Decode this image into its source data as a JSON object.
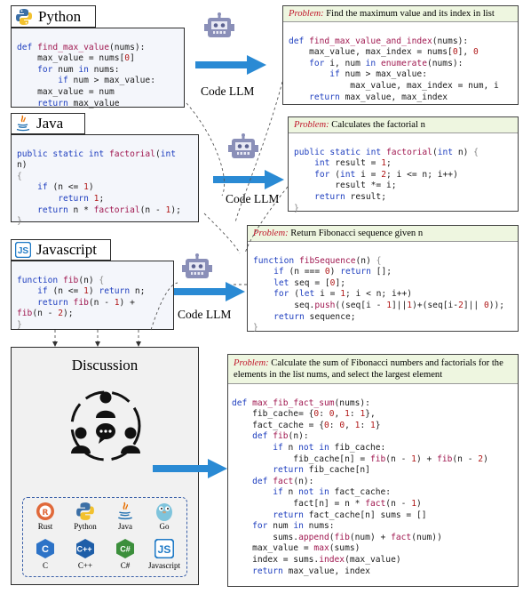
{
  "python": {
    "label": "Python",
    "code": [
      "def find_max_value(nums):",
      "    max_value = nums[0]",
      "    for num in nums:",
      "        if num > max_value:",
      "    max_value = num",
      "    return max_value"
    ],
    "problem_tag": "Problem:",
    "problem_text": "Find the maximum value and its index in list",
    "out_code": [
      "def find_max_value_and_index(nums):",
      "    max_value, max_index = nums[0], 0",
      "    for i, num in enumerate(nums):",
      "        if num > max_value:",
      "            max_value, max_index = num, i",
      "    return max_value, max_index"
    ]
  },
  "java": {
    "label": "Java",
    "code": [
      "public static int factorial(int",
      "n)",
      "{",
      "    if (n <= 1)",
      "        return 1;",
      "    return n * factorial(n - 1);",
      "}"
    ],
    "problem_tag": "Problem:",
    "problem_text": "Calculates the factorial n",
    "out_code": [
      "public static int factorial(int n) {",
      "    int result = 1;",
      "    for (int i = 2; i <= n; i++)",
      "        result *= i;",
      "    return result;",
      "}"
    ]
  },
  "javascript": {
    "label": "Javascript",
    "code": [
      "function fib(n) {",
      "    if (n <= 1) return n;",
      "    return fib(n - 1) +",
      "fib(n - 2);",
      "}"
    ],
    "problem_tag": "Problem:",
    "problem_text": "Return Fibonacci sequence given n",
    "out_code": [
      "function fibSequence(n) {",
      "    if (n === 0) return [];",
      "    let seq = [0];",
      "    for (let i = 1; i < n; i++)",
      "        seq.push((seq[i - 1]||1)+(seq[i-2]|| 0));",
      "    return sequence;",
      "}"
    ]
  },
  "code_llm_label": "Code LLM",
  "discussion": {
    "title": "Discussion",
    "languages": [
      "Rust",
      "Python",
      "Java",
      "Go",
      "C",
      "C++",
      "C#",
      "Javascript"
    ]
  },
  "final": {
    "problem_tag": "Problem:",
    "problem_text": "Calculate the sum of Fibonacci numbers and factorials for the elements in the list nums, and select the largest element",
    "out_code": [
      "def max_fib_fact_sum(nums):",
      "    fib_cache= {0: 0, 1: 1},",
      "    fact_cache = {0: 0, 1: 1}",
      "    def fib(n):",
      "        if n not in fib_cache:",
      "            fib_cache[n] = fib(n - 1) + fib(n - 2)",
      "        return fib_cache[n]",
      "    def fact(n):",
      "        if n not in fact_cache:",
      "            fact[n] = n * fact(n - 1)",
      "        return fact_cache[n] sums = []",
      "    for num in nums:",
      "        sums.append(fib(num) + fact(num))",
      "    max_value = max(sums)",
      "    index = sums.index(max_value)",
      "    return max_value, index"
    ]
  },
  "colors": {
    "arrow": "#2a8ad4",
    "problem_bg": "#eef6e0",
    "problem_tag": "#c0182b",
    "keyword": "#1f3fbf",
    "function": "#a01850"
  }
}
